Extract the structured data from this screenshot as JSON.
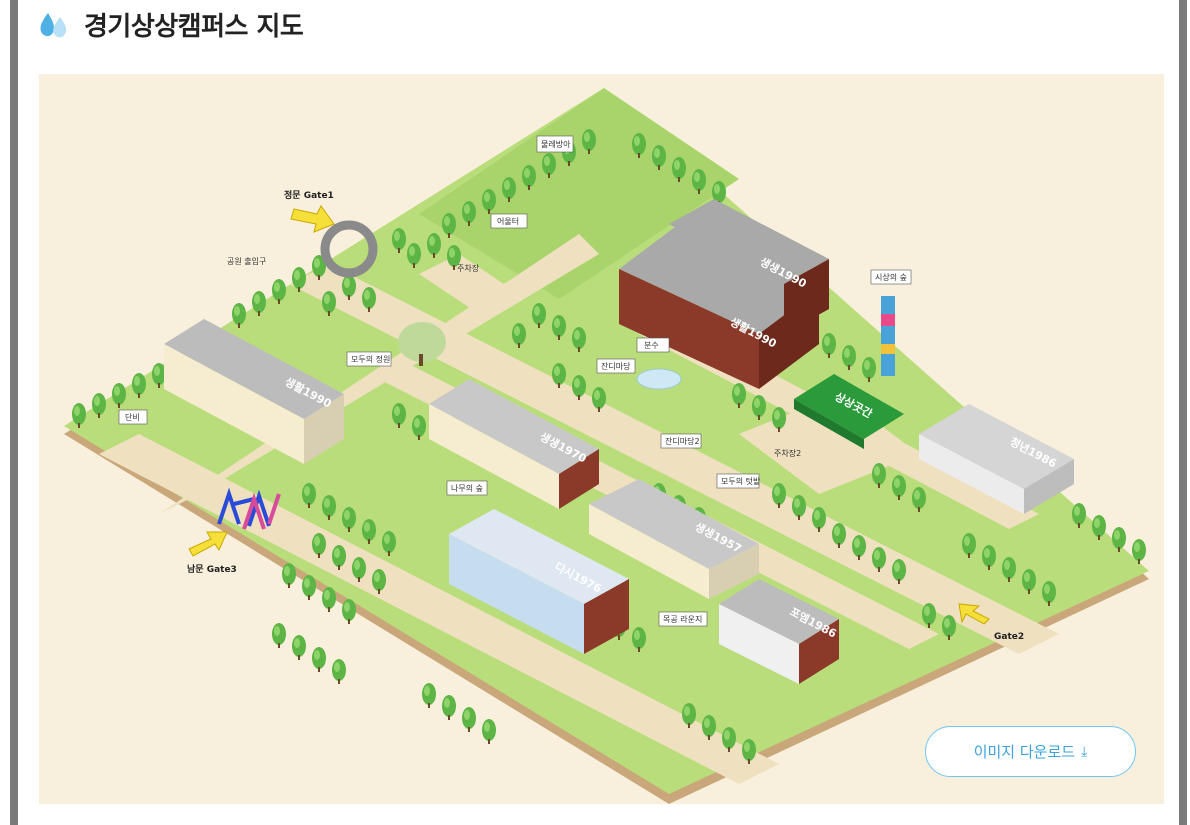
{
  "header": {
    "title": "경기상상캠퍼스 지도"
  },
  "map": {
    "gates": {
      "gate1": "정문 Gate1",
      "gate2": "Gate2",
      "gate3": "남문 Gate3"
    },
    "buildings": {
      "b1": "생활1990",
      "b2": "생생1990",
      "b3": "생활1990",
      "b4": "생생1970",
      "b5": "생생1957",
      "b6": "다시1976",
      "b7": "청년1986",
      "b8": "포엠1986",
      "b9": "상상곳간"
    },
    "labels": {
      "l1": "물레방아",
      "l2": "어울터",
      "l3": "주차장",
      "l4": "모두의 정원",
      "l5": "분수",
      "l6": "잔디마당",
      "l7": "단비",
      "l8": "주차장2",
      "l9": "모두의 텃밭",
      "l10": "목공 라운지",
      "l11": "나무의 숲",
      "l12": "시상의 숲",
      "l13": "공원 출입구",
      "l14": "잔디마당2"
    },
    "colors": {
      "ground": "#f8f0dc",
      "grass": "#b9dd7a",
      "tree": "#5db545",
      "path": "#efe1c0",
      "building": "#8b3a2a"
    }
  },
  "download": {
    "label": "이미지 다운로드",
    "icon": "download-icon"
  }
}
